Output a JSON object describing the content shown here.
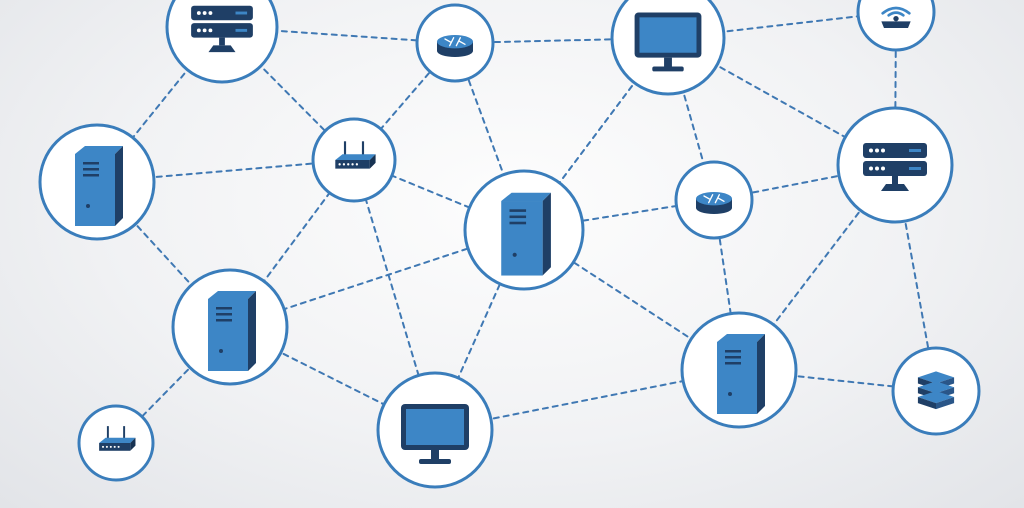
{
  "diagram": {
    "colors": {
      "background": "#eef0f3",
      "node_fill": "#ffffff",
      "node_ring": "#3a7dbb",
      "link": "#3f78b3",
      "icon_light": "#3d86c6",
      "icon_dark": "#1f3f66"
    },
    "nodes": [
      {
        "id": "server-monitor-top",
        "icon": "server-monitor-icon"
      },
      {
        "id": "router-top",
        "icon": "router-icon"
      },
      {
        "id": "monitor-top",
        "icon": "monitor-icon"
      },
      {
        "id": "wifi-top-right",
        "icon": "wifi-router-icon"
      },
      {
        "id": "tower-left",
        "icon": "server-tower-icon"
      },
      {
        "id": "wifi-ap-center",
        "icon": "wireless-access-point-icon"
      },
      {
        "id": "tower-center",
        "icon": "server-tower-icon"
      },
      {
        "id": "router-mid-right",
        "icon": "router-icon"
      },
      {
        "id": "server-monitor-right",
        "icon": "server-monitor-icon"
      },
      {
        "id": "tower-lower-left",
        "icon": "server-tower-icon"
      },
      {
        "id": "tower-lower-right",
        "icon": "server-tower-icon"
      },
      {
        "id": "wifi-ap-bottom-left",
        "icon": "wireless-access-point-icon"
      },
      {
        "id": "monitor-bottom",
        "icon": "monitor-icon"
      },
      {
        "id": "storage-right",
        "icon": "storage-stack-icon"
      }
    ],
    "links": [
      [
        "server-monitor-top",
        "router-top"
      ],
      [
        "server-monitor-top",
        "tower-left"
      ],
      [
        "server-monitor-top",
        "wifi-ap-center"
      ],
      [
        "router-top",
        "monitor-top"
      ],
      [
        "router-top",
        "wifi-ap-center"
      ],
      [
        "router-top",
        "tower-center"
      ],
      [
        "monitor-top",
        "wifi-top-right"
      ],
      [
        "monitor-top",
        "tower-center"
      ],
      [
        "monitor-top",
        "router-mid-right"
      ],
      [
        "monitor-top",
        "server-monitor-right"
      ],
      [
        "wifi-top-right",
        "server-monitor-right"
      ],
      [
        "tower-left",
        "wifi-ap-center"
      ],
      [
        "tower-left",
        "tower-lower-left"
      ],
      [
        "wifi-ap-center",
        "tower-center"
      ],
      [
        "wifi-ap-center",
        "tower-lower-left"
      ],
      [
        "wifi-ap-center",
        "monitor-bottom"
      ],
      [
        "tower-center",
        "router-mid-right"
      ],
      [
        "tower-center",
        "tower-lower-left"
      ],
      [
        "tower-center",
        "monitor-bottom"
      ],
      [
        "tower-center",
        "tower-lower-right"
      ],
      [
        "router-mid-right",
        "server-monitor-right"
      ],
      [
        "router-mid-right",
        "tower-lower-right"
      ],
      [
        "server-monitor-right",
        "tower-lower-right"
      ],
      [
        "server-monitor-right",
        "storage-right"
      ],
      [
        "tower-lower-left",
        "wifi-ap-bottom-left"
      ],
      [
        "tower-lower-left",
        "monitor-bottom"
      ],
      [
        "monitor-bottom",
        "tower-lower-right"
      ],
      [
        "tower-lower-right",
        "storage-right"
      ]
    ]
  }
}
